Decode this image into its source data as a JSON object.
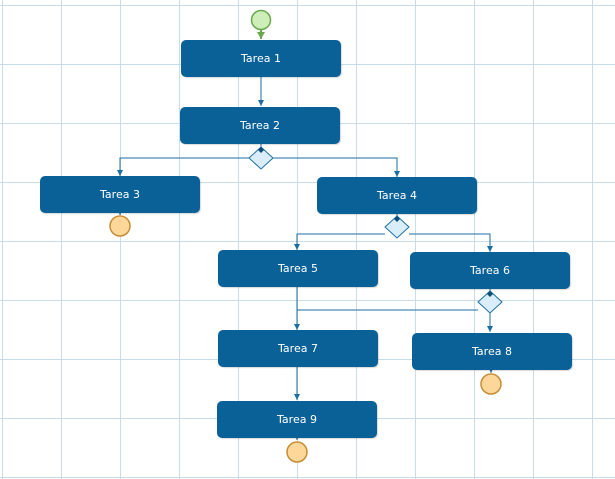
{
  "diagram": {
    "colors": {
      "task_fill": "#0a6197",
      "task_text": "#ffffff",
      "connector": "#1b6fa0",
      "grid_line": "#c9dcea",
      "gateway_fill": "#d9eefa",
      "start_fill": "#cdeeb9",
      "start_stroke": "#6aa84f",
      "end_fill": "#fdd79a",
      "end_stroke": "#c68d36"
    },
    "tasks": [
      {
        "id": "t1",
        "label": "Tarea 1"
      },
      {
        "id": "t2",
        "label": "Tarea 2"
      },
      {
        "id": "t3",
        "label": "Tarea 3"
      },
      {
        "id": "t4",
        "label": "Tarea 4"
      },
      {
        "id": "t5",
        "label": "Tarea 5"
      },
      {
        "id": "t6",
        "label": "Tarea 6"
      },
      {
        "id": "t7",
        "label": "Tarea 7"
      },
      {
        "id": "t8",
        "label": "Tarea 8"
      },
      {
        "id": "t9",
        "label": "Tarea 9"
      }
    ],
    "gateways": [
      "g1",
      "g2",
      "g3"
    ],
    "start_event": "start",
    "end_events": [
      "e3",
      "e8",
      "e9"
    ],
    "flows": [
      [
        "start",
        "t1"
      ],
      [
        "t1",
        "t2"
      ],
      [
        "t2",
        "g1"
      ],
      [
        "g1",
        "t3"
      ],
      [
        "g1",
        "t4"
      ],
      [
        "t3",
        "e3"
      ],
      [
        "t4",
        "g2"
      ],
      [
        "g2",
        "t5"
      ],
      [
        "g2",
        "t6"
      ],
      [
        "t5",
        "t7"
      ],
      [
        "t6",
        "g3"
      ],
      [
        "g3",
        "t7"
      ],
      [
        "g3",
        "t8"
      ],
      [
        "t7",
        "t9"
      ],
      [
        "t8",
        "e8"
      ],
      [
        "t9",
        "e9"
      ]
    ]
  }
}
